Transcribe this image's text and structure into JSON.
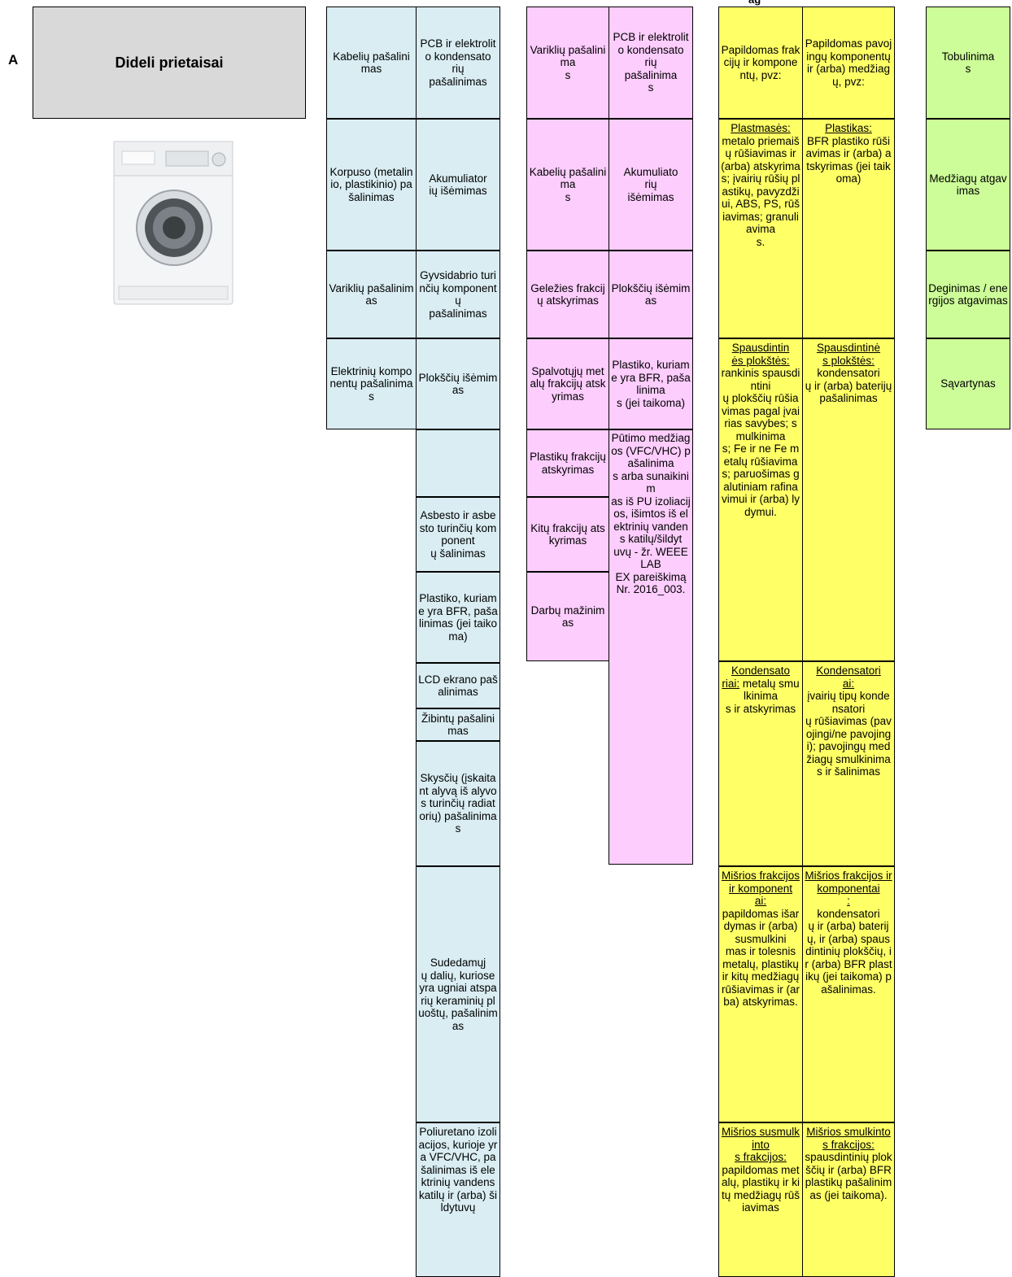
{
  "section_letter": "A",
  "header_title": "Dideli prietaisai",
  "top_fragment": "ag",
  "appliance_image": {
    "icon": "washing-machine-icon"
  },
  "colors": {
    "blue": "#d9edf3",
    "pink": "#fdcdfd",
    "yellow": "#ffff66",
    "green": "#cdfd99",
    "header": "#d9d9d9"
  },
  "blue_col1": [
    "Kabelių pašalinimas",
    "Korpuso (metalinio, plastikinio) pašalinimas",
    "Variklių pašalinimas",
    "Elektrinių komponentų pašalinimas"
  ],
  "blue_col2": [
    "PCB ir elektrolito kondensato\nrių\npašalinimas",
    "Akumuliator\nių išėmimas",
    "Gyvsidabrio turinčių komponent\nų\npašalinimas",
    "Plokščių išėmimas",
    "",
    "Asbesto ir asbesto turinčių komponent\nų šalinimas",
    "Plastiko, kuriame yra BFR, pašalinimas (jei taikoma)",
    "LCD ekrano pašalinimas",
    "Žibintų pašalinimas",
    "Skysčių (įskaitant alyvą iš alyvos turinčių radiatorių) pašalinimas",
    "Sudedamųj\nų dalių, kuriose yra ugniai atsparių keraminių pluoštų, pašalinimas",
    "Poliuretano izoliacijos, kurioje yra VFC/VHC, pašalinimas iš elektrinių vandens katilų ir (arba) šildytuvų"
  ],
  "pink_col1": [
    "Variklių pašalinima\ns",
    "Kabelių pašalinima\ns",
    "Geležies frakcijų atskyrimas",
    "Spalvotųjų metalų frakcijų atskyrimas",
    "Plastikų frakcijų atskyrimas",
    "Kitų frakcijų atskyrimas",
    "Darbų mažinimas"
  ],
  "pink_col2": [
    "PCB ir elektrolito kondensato\nrių\npašalinima\ns",
    "Akumuliato\nrių\nišėmimas",
    "Plokščių išėmimas",
    "Plastiko, kuriame yra BFR, pašalinima\ns (jei taikoma)",
    "Pūtimo medžiagos (VFC/VHC) pašalinima\ns arba sunaikinim\nas iš PU izoliacijos, išimtos iš elektrinių vandens katilų/šildyt\nuvų - žr. WEEELAB\nEX pareiškimą Nr. 2016_003."
  ],
  "yellow_col1": [
    {
      "head": "",
      "body": "Papildomas frakcijų ir komponentų, pvz:"
    },
    {
      "head": "Plastmasės:",
      "body": "metalo priemaišų rūšiavimas ir (arba) atskyrimas; įvairių rūšių plastikų, pavyzdžiui, ABS, PS, rūšiavimas; granuliavima\ns."
    },
    {
      "head": "Spausdintin\nės plokštės:",
      "body": "rankinis spausdintini\nų plokščių rūšiavimas pagal įvairias savybes; smulkinima\ns; Fe ir ne Fe metalų rūšiavimas; paruošimas galutiniam rafinavimui ir (arba) lydymui."
    },
    {
      "head": "Kondensato\nriai:",
      "body": "metalų smulkinima\ns ir atskyrimas"
    },
    {
      "head": "Mišrios frakcijos ir komponent\nai:",
      "body": "papildomas išardymas ir (arba) susmulkini\nmas ir tolesnis metalų, plastikų ir kitų medžiagų rūšiavimas ir (arba) atskyrimas."
    },
    {
      "head": "Mišrios susmulkinto\ns frakcijos:",
      "body": "papildomas metalų, plastikų ir kitų medžiagų rūšiavimas"
    }
  ],
  "yellow_col2": [
    {
      "head": "",
      "body": "Papildomas pavojingų komponentų ir (arba) medžiagų, pvz:"
    },
    {
      "head": "Plastikas:",
      "body": "BFR plastiko rūšiavimas ir (arba) atskyrimas (jei taikoma)"
    },
    {
      "head": "Spausdintinė\ns plokštės:",
      "body": "kondensatori\nų ir (arba) baterijų pašalinimas"
    },
    {
      "head": "Kondensatori\nai:",
      "body": "įvairių tipų kondensatori\nų rūšiavimas (pavojingi/ne pavojingi); pavojingų medžiagų smulkinimas ir šalinimas"
    },
    {
      "head": "Mišrios frakcijos ir komponentai\n:",
      "body": "kondensatori\nų ir (arba) baterijų, ir (arba) spausdintinių plokščių, ir (arba) BFR plastikų (jei taikoma) pašalinimas."
    },
    {
      "head": "Mišrios smulkintos frakcijos:",
      "body": "spausdintinių plokščių ir (arba) BFR plastikų pašalinimas (jei taikoma)."
    }
  ],
  "green_col": [
    "Tobulinima\ns",
    "Medžiagų atgavimas",
    "Deginimas / energijos atgavimas",
    "Sąvartynas"
  ]
}
